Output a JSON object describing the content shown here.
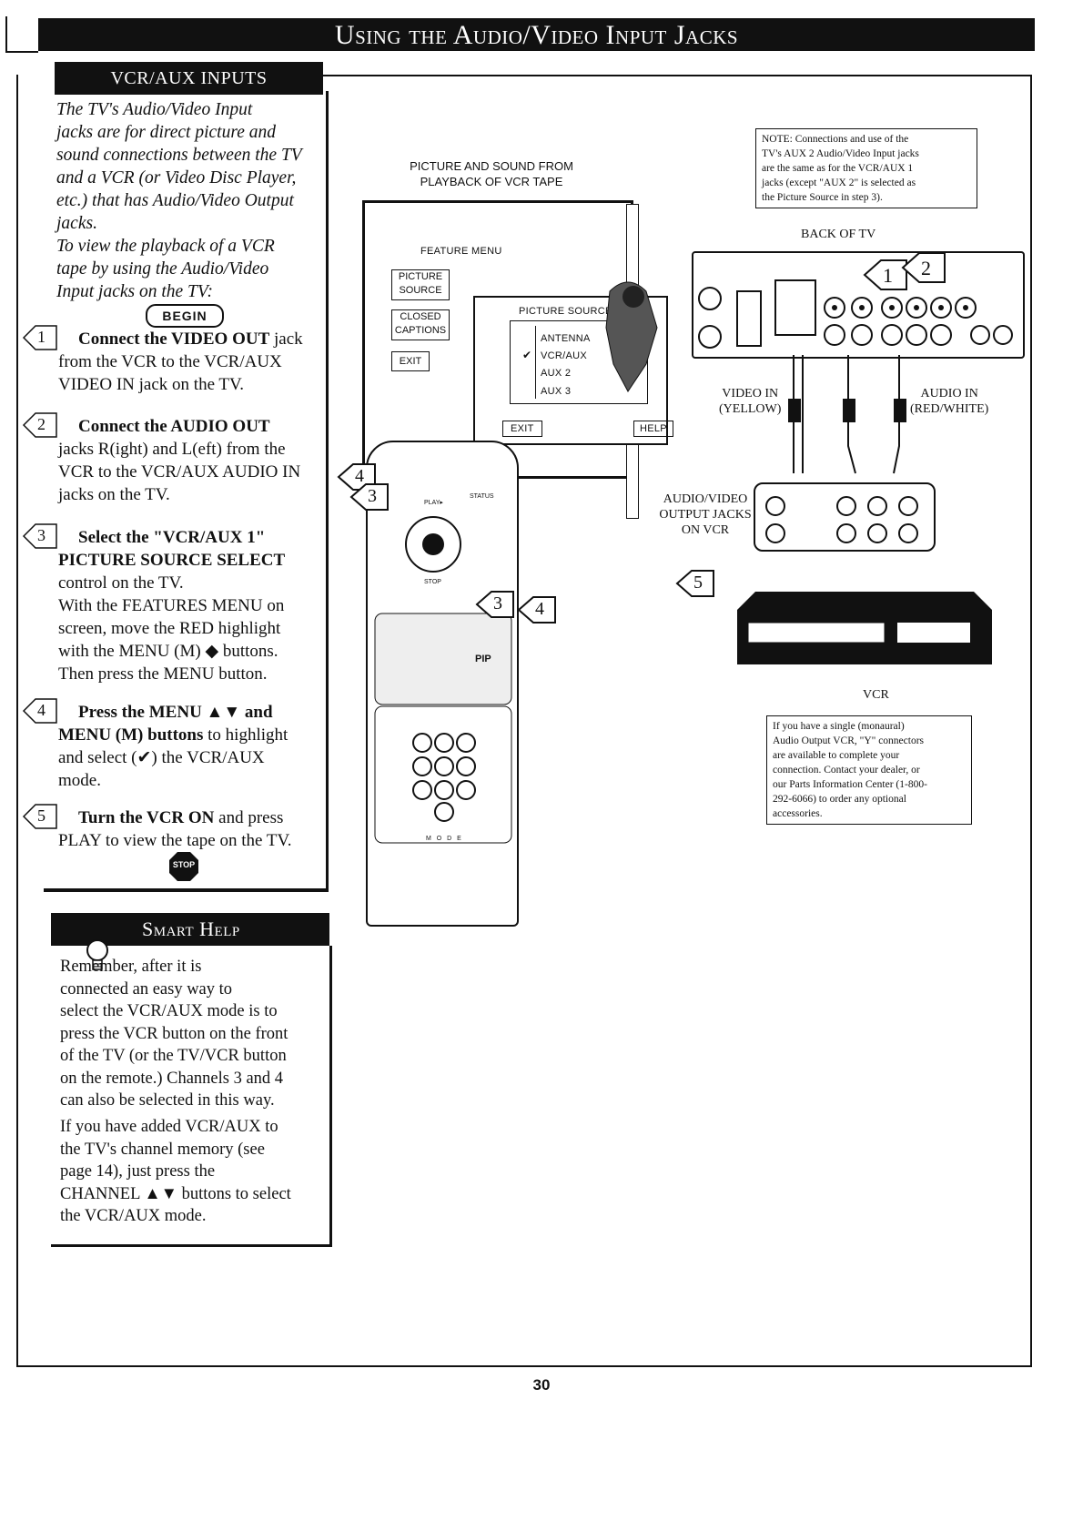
{
  "page": {
    "title": "Using the Audio/Video Input Jacks",
    "page_number": "30"
  },
  "vcr_aux": {
    "header": "VCR/AUX INPUTS",
    "intro_lines": [
      "The TV's Audio/Video Input",
      "jacks are for direct picture and",
      "sound connections between the TV",
      "and a VCR (or Video Disc Player,",
      "etc.) that has Audio/Video Output",
      "jacks.",
      "To view the playback of a VCR",
      "tape by using the Audio/Video",
      "Input jacks on the TV:"
    ],
    "begin": "BEGIN",
    "steps": [
      {
        "num": "1",
        "bold": "Connect the VIDEO OUT",
        "rest": " jack",
        "lines": [
          "from the VCR to the VCR/AUX",
          "VIDEO IN jack on the TV."
        ]
      },
      {
        "num": "2",
        "bold": "Connect the AUDIO OUT",
        "rest": "",
        "lines": [
          "jacks R(ight) and L(eft) from the",
          "VCR to the VCR/AUX AUDIO IN",
          "jacks on the TV."
        ]
      },
      {
        "num": "3",
        "bold": "Select the \"VCR/AUX 1\"",
        "bold2": "PICTURE SOURCE SELECT",
        "lines": [
          "control on the TV.",
          "With the FEATURES MENU on",
          "screen, move the RED highlight",
          "with the MENU (M) ◆ buttons.",
          "Then press the MENU button."
        ]
      },
      {
        "num": "4",
        "bold": "Press the MENU ▲▼ and",
        "bold2": "MENU (M) buttons",
        "rest2": " to highlight",
        "lines": [
          "and select (✔) the VCR/AUX",
          "mode."
        ]
      },
      {
        "num": "5",
        "bold": "Turn the VCR ON",
        "rest": " and press",
        "lines": [
          "PLAY to view the tape  on the TV."
        ]
      }
    ],
    "stop": "STOP"
  },
  "smart_help": {
    "header": "Smart Help",
    "para1_lines": [
      "Remember, after it is",
      "connected an easy way to",
      "select the VCR/AUX mode is to",
      "press the VCR button on the front",
      "of the TV (or the TV/VCR button",
      "on the remote.) Channels 3 and 4",
      "can also be selected in this way."
    ],
    "para2_lines": [
      "If you have added VCR/AUX  to",
      "the TV's channel memory (see",
      "page 14), just press the",
      "CHANNEL ▲▼ buttons to select",
      "the VCR/AUX mode."
    ]
  },
  "illustration": {
    "picture_sound_label": [
      "PICTURE AND SOUND FROM",
      "PLAYBACK OF VCR TAPE"
    ],
    "note_lines": [
      "NOTE: Connections and use of the",
      "TV's AUX 2 Audio/Video Input jacks",
      "are the same as for the VCR/AUX 1",
      "jacks (except \"AUX 2\" is selected as",
      "the Picture Source in step 3)."
    ],
    "back_of_tv": "BACK OF TV",
    "feature_menu": "FEATURE MENU",
    "menu_items": [
      "PICTURE SOURCE",
      "CLOSED CAPTIONS",
      "EXIT"
    ],
    "picture_source_title": "PICTURE SOURCE",
    "source_options": [
      "ANTENNA",
      "VCR/AUX",
      "AUX 2",
      "AUX 3"
    ],
    "exit": "EXIT",
    "help": "HELP",
    "video_in": [
      "VIDEO IN",
      "(YELLOW)"
    ],
    "audio_in": [
      "AUDIO IN",
      "(RED/WHITE)"
    ],
    "av_output": [
      "AUDIO/VIDEO",
      "OUTPUT JACKS",
      "ON VCR"
    ],
    "vcr_label": "VCR",
    "mono_note_lines": [
      "If you have a single (monaural)",
      "Audio Output VCR, \"Y\" connectors",
      "are available to complete your",
      "connection. Contact your dealer, or",
      "our Parts Information Center (1-800-",
      "292-6066) to order any optional",
      "accessories."
    ],
    "remote_labels": {
      "play": "PLAY▸",
      "status": "STATUS",
      "stop": "STOP",
      "mode": "M O D E",
      "pip": "PIP"
    },
    "step_markers": [
      "1",
      "2",
      "3",
      "4",
      "5"
    ]
  }
}
